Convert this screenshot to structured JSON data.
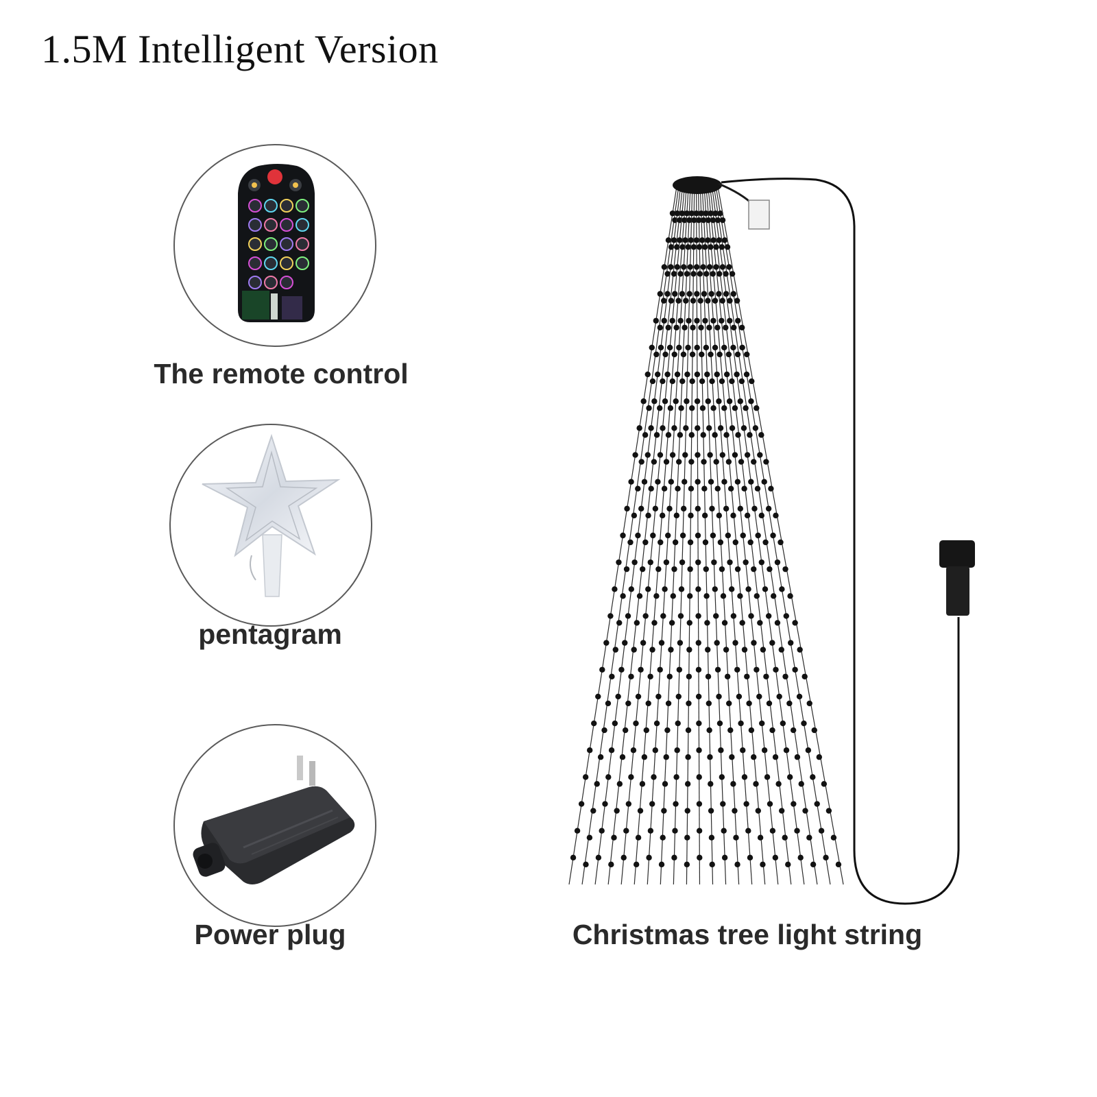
{
  "title": "1.5M Intelligent Version",
  "items": {
    "remote": {
      "label": "The remote control"
    },
    "star": {
      "label": "pentagram"
    },
    "plug": {
      "label": "Power plug"
    },
    "tree": {
      "label": "Christmas tree light string"
    }
  }
}
